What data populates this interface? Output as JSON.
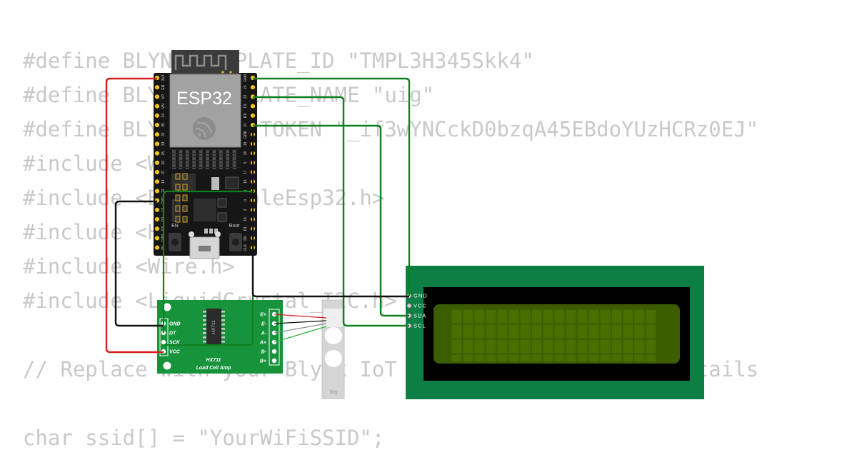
{
  "code_lines": [
    "#define BLYNK_TEMPLATE_ID \"TMPL3H345Skk4\"",
    "#define BLYNK_TEMPLATE_NAME \"uig\"",
    "#define BLYNK_AUTH_TOKEN \"_if3wYNCckD0bzqA45EBdoYUzHCRz0EJ\"",
    "#include <WiFi.h>",
    "#include <BlynkSimpleEsp32.h>",
    "#include <HX711.h>",
    "#include <Wire.h>",
    "#include <LiquidCrystal_I2C.h>",
    "",
    "// Replace with your Blynk IoT and WiFi credentials details",
    "",
    "char ssid[] = \"YourWiFiSSID\";"
  ],
  "esp32": {
    "label": "ESP32",
    "en_label": "EN",
    "boot_label": "Boot",
    "left_pins": [
      "3V3",
      "EN",
      "VP",
      "VN",
      "34",
      "35",
      "32",
      "33",
      "25",
      "26",
      "27",
      "14",
      "12",
      "GND",
      "13",
      "D2",
      "D3",
      "CMD",
      "5V"
    ],
    "right_pins": [
      "GND",
      "23",
      "22",
      "TX",
      "RX",
      "21",
      "GND",
      "19",
      "18",
      "5",
      "17",
      "16",
      "4",
      "0",
      "2",
      "15",
      "D1",
      "D0",
      "CLK"
    ]
  },
  "hx711": {
    "chip_label": "HX711",
    "title": "HX711",
    "subtitle": "Load Cell Amp",
    "left_pins": [
      "GND",
      "DT",
      "SCK",
      "VCC"
    ],
    "right_pins": [
      "E+",
      "E-",
      "A-",
      "A+",
      "B-",
      "B+"
    ]
  },
  "load_cell": {
    "label": "5kg"
  },
  "lcd": {
    "pins": [
      "GND",
      "VCC",
      "SDA",
      "SCL"
    ],
    "colors": {
      "board": "#0b7f44",
      "bezel": "#000000",
      "screen": "#3b5d00"
    }
  },
  "wire_colors": {
    "red": "#d61f1f",
    "black": "#111111",
    "green": "#0f7f1f"
  }
}
